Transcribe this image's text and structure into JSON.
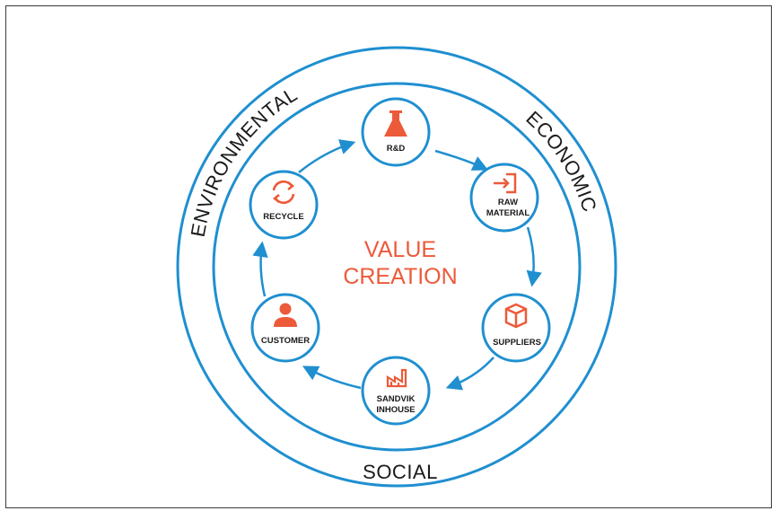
{
  "rings": {
    "environmental": "ENVIRONMENTAL",
    "economic": "ECONOMIC",
    "social": "SOCIAL"
  },
  "center": {
    "line1": "VALUE",
    "line2": "CREATION"
  },
  "nodes": {
    "rd": {
      "label": "R&D",
      "icon": "flask-icon"
    },
    "raw_material": {
      "label1": "RAW",
      "label2": "MATERIAL",
      "icon": "import-icon"
    },
    "suppliers": {
      "label": "SUPPLIERS",
      "icon": "box-icon"
    },
    "sandvik_inhouse": {
      "label1": "SANDVIK",
      "label2": "INHOUSE",
      "icon": "factory-icon"
    },
    "customer": {
      "label": "CUSTOMER",
      "icon": "person-icon"
    },
    "recycle": {
      "label": "RECYCLE",
      "icon": "recycle-icon"
    }
  },
  "colors": {
    "ring": "#1f8fd0",
    "icon": "#ec5a3a",
    "text": "#1a1a1a",
    "frame": "#3a3a3a"
  }
}
